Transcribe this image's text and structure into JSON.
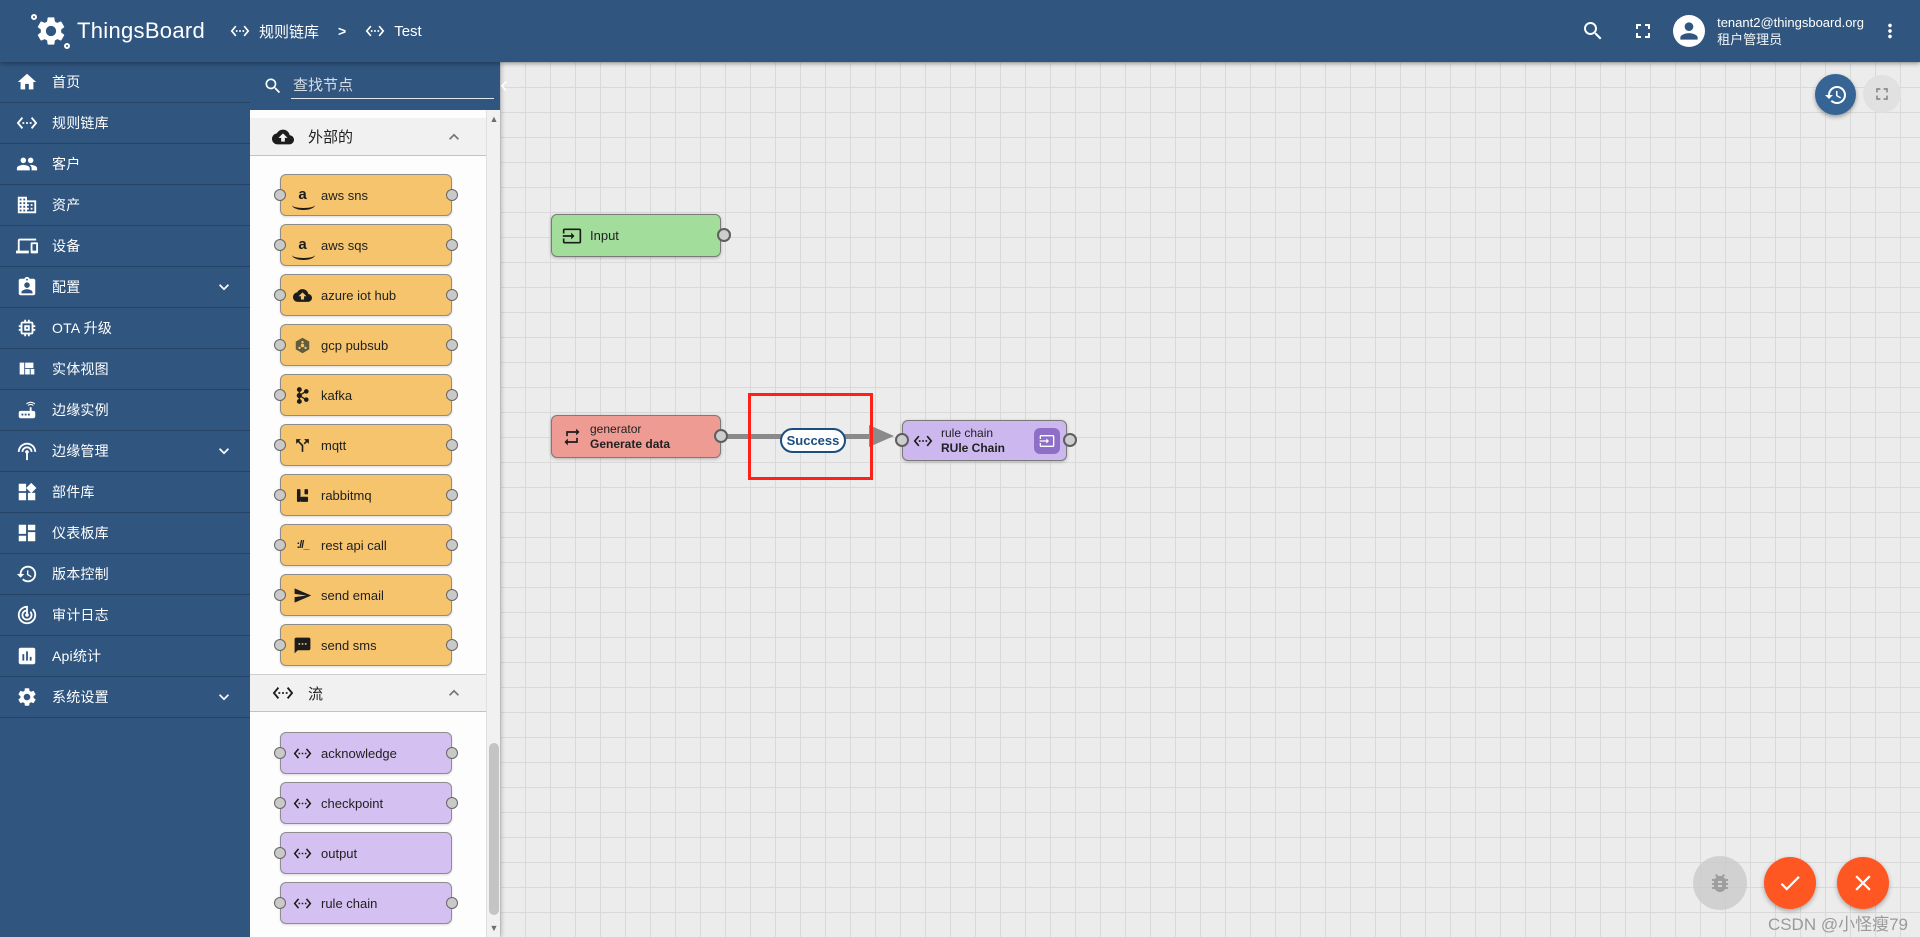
{
  "colors": {
    "primary": "#305680",
    "node_external": "#f6c46c",
    "node_flow": "#d5c1f1",
    "node_input": "#a3dd9c",
    "node_generator": "#ee9b94",
    "node_rule_chain": "#cdb7ef",
    "edge": "#8a8a8a",
    "edge_label": "#1b4e80",
    "selection_rect": "#fe2019",
    "action_button": "#ff5722",
    "canvas_bg": "#ececec"
  },
  "header": {
    "brand": "ThingsBoard",
    "breadcrumb": [
      {
        "label": "规则链库"
      },
      {
        "label": "Test"
      }
    ],
    "breadcrumb_separator": ">",
    "user": {
      "email": "tenant2@thingsboard.org",
      "role": "租户管理员"
    }
  },
  "sidebar": {
    "items": [
      {
        "icon": "home-icon",
        "label": "首页"
      },
      {
        "icon": "settings-ethernet-icon",
        "label": "规则链库"
      },
      {
        "icon": "people-icon",
        "label": "客户"
      },
      {
        "icon": "building-icon",
        "label": "资产"
      },
      {
        "icon": "devices-icon",
        "label": "设备"
      },
      {
        "icon": "badge-icon",
        "label": "配置",
        "expandable": true
      },
      {
        "icon": "chip-icon",
        "label": "OTA 升级"
      },
      {
        "icon": "view-quilt-icon",
        "label": "实体视图"
      },
      {
        "icon": "router-icon",
        "label": "边缘实例"
      },
      {
        "icon": "antenna-icon",
        "label": "边缘管理",
        "expandable": true
      },
      {
        "icon": "widgets-icon",
        "label": "部件库"
      },
      {
        "icon": "dashboards-icon",
        "label": "仪表板库"
      },
      {
        "icon": "history-icon",
        "label": "版本控制"
      },
      {
        "icon": "track-changes-icon",
        "label": "审计日志"
      },
      {
        "icon": "bar-chart-icon",
        "label": "Api统计"
      },
      {
        "icon": "gear-icon",
        "label": "系统设置",
        "expandable": true
      }
    ]
  },
  "palette": {
    "search_placeholder": "查找节点",
    "sections": [
      {
        "icon": "cloud-upload-icon",
        "label": "外部的",
        "nodes": [
          {
            "icon": "aws-icon",
            "label": "aws sns"
          },
          {
            "icon": "aws-icon",
            "label": "aws sqs"
          },
          {
            "icon": "cloud-upload-icon",
            "label": "azure iot hub"
          },
          {
            "icon": "gcp-hexagon-icon",
            "label": "gcp pubsub"
          },
          {
            "icon": "kafka-icon",
            "label": "kafka"
          },
          {
            "icon": "call-split-icon",
            "label": "mqtt"
          },
          {
            "icon": "rabbitmq-icon",
            "label": "rabbitmq"
          },
          {
            "icon": "rest-api-icon",
            "label": "rest api call"
          },
          {
            "icon": "send-icon",
            "label": "send email"
          },
          {
            "icon": "sms-icon",
            "label": "send sms"
          }
        ]
      },
      {
        "icon": "settings-ethernet-icon",
        "label": "流",
        "nodes": [
          {
            "icon": "settings-ethernet-icon",
            "label": "acknowledge"
          },
          {
            "icon": "settings-ethernet-icon",
            "label": "checkpoint"
          },
          {
            "icon": "settings-ethernet-icon",
            "label": "output",
            "output_only": true
          },
          {
            "icon": "settings-ethernet-icon",
            "label": "rule chain"
          }
        ]
      }
    ]
  },
  "canvas": {
    "nodes": {
      "input": {
        "label": "Input"
      },
      "generator": {
        "type": "generator",
        "name": "Generate data"
      },
      "rule_chain": {
        "type": "rule chain",
        "name": "RUle Chain"
      }
    },
    "edge": {
      "label": "Success"
    }
  },
  "watermark": "CSDN @小怪瘦79"
}
